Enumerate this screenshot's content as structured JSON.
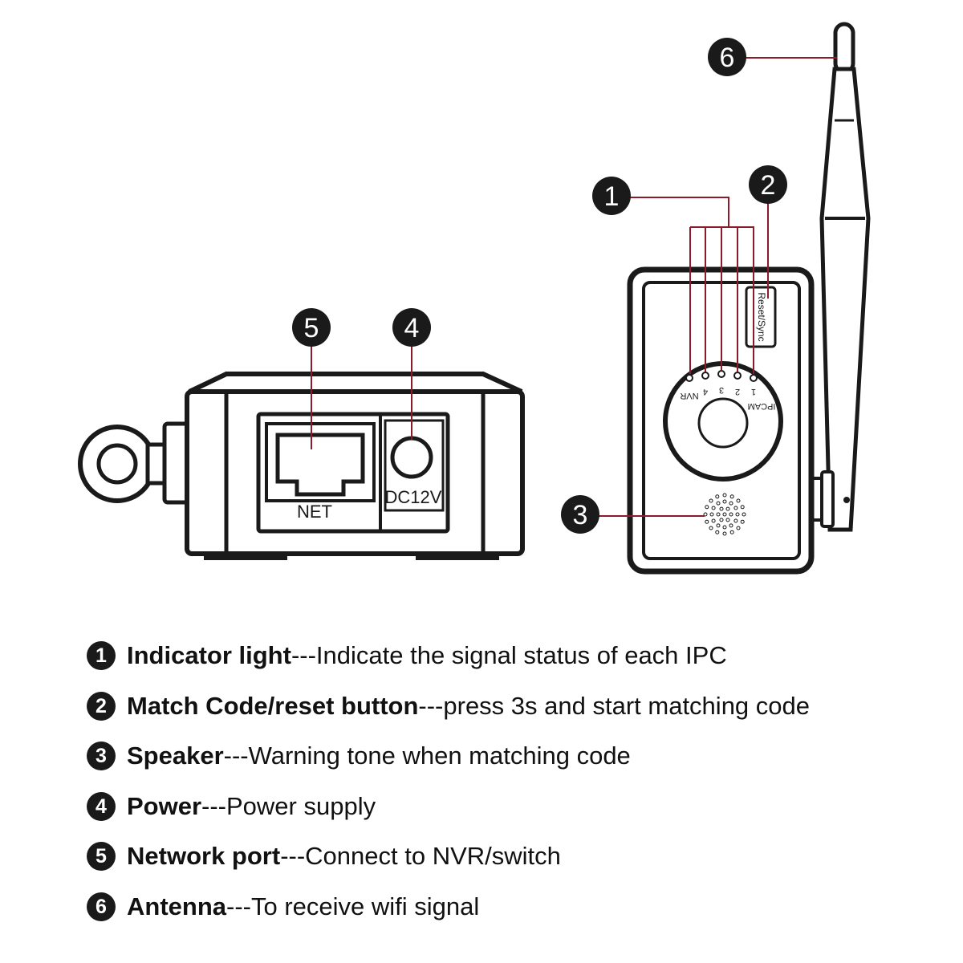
{
  "colors": {
    "leader": "#8b1a2b",
    "ink": "#1a1a1a",
    "panel": "#f5f5f5"
  },
  "diagram": {
    "callouts": [
      "1",
      "2",
      "3",
      "4",
      "5",
      "6"
    ],
    "left_device": {
      "net_label": "NET",
      "power_label": "DC12V"
    },
    "right_device": {
      "reset_label": "Reset/Sync",
      "led_labels": [
        "NVR",
        "4",
        "3",
        "2",
        "1"
      ],
      "ipcam_label": "IPCAM"
    }
  },
  "legend": [
    {
      "num": "1",
      "title": "Indicator light",
      "desc": "---Indicate the signal status of each IPC"
    },
    {
      "num": "2",
      "title": "Match Code/reset button",
      "desc": "---press 3s and start matching code"
    },
    {
      "num": "3",
      "title": "Speaker",
      "desc": "---Warning tone when matching code"
    },
    {
      "num": "4",
      "title": "Power",
      "desc": "---Power supply"
    },
    {
      "num": "5",
      "title": "Network port",
      "desc": "---Connect to NVR/switch"
    },
    {
      "num": "6",
      "title": "Antenna",
      "desc": "---To receive wifi signal"
    }
  ]
}
